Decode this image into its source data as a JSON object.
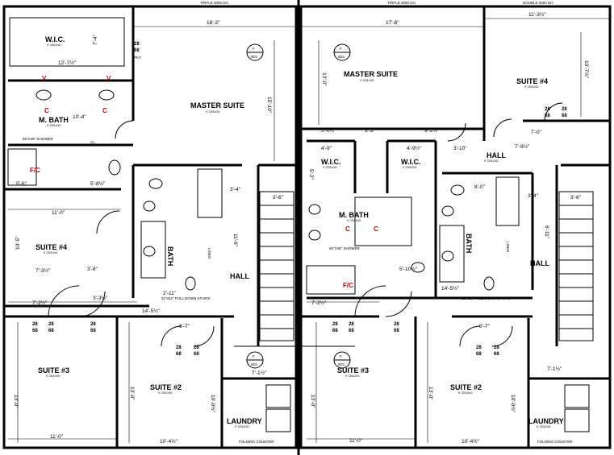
{
  "header": {
    "left_note": "TRIPLE 3050 DH",
    "mid_note": "TRIPLE 3050 DH",
    "right_note": "DOUBLE 3050 DH"
  },
  "callout": {
    "letter": "F",
    "sheet": "5D1"
  },
  "ceiling": "9' CEILING",
  "rooms": {
    "wic": "W.I.C.",
    "master_suite": "MASTER SUITE",
    "mbath": "M. BATH",
    "suite4": "SUITE #4",
    "suite3": "SUITE #3",
    "suite2": "SUITE #2",
    "hall": "HALL",
    "laundry": "LAUNDRY"
  },
  "notes": {
    "shower": "66\"X48\" SHOWER",
    "shower_short": "66\"X48\" SHOWER",
    "pull_down": "22\"x52\" PULL DOWN STAIRS",
    "pull_down2": "22\"x52\" PULL DOWN STAIRS",
    "folding": "FOLDING COUNTER",
    "linen": "LINEN",
    "bath": "BATH",
    "pkt": "PKT.",
    "cl": "CL",
    "fc": "F/C",
    "c": "C",
    "v": "V",
    "win_28": "28",
    "win_68": "68"
  },
  "dims": {
    "d1": "16'-2\"",
    "d2": "17'-6\"",
    "d3": "11'-3½\"",
    "d4": "7'-4\"",
    "d5": "12'-7½\"",
    "d6": "15'-10\"",
    "d7": "13'-0\"",
    "d8": "10'-7½\"",
    "d9": "10'-4\"",
    "d10": "5'-0½\"",
    "d11": "3'-3\"",
    "d12": "9'-2½\"",
    "d13": "7'-0\"",
    "d14": "3'-10\"",
    "d15": "7'-9½\"",
    "d16": "4'-9\"",
    "d17": "4'-9½\"",
    "d18": "5'-6\"",
    "d19": "5'-8½\"",
    "d20": "11'-0\"",
    "d21": "10'-5\"",
    "d22": "7'-3½\"",
    "d23": "3'-8\"",
    "d24": "7'-2½\"",
    "d25": "14'-5½\"",
    "d26": "3'-3½\"",
    "d27": "6'-7\"",
    "d28": "7'-1½\"",
    "d29": "13'-0\"",
    "d30": "10'-0½\"",
    "d31": "10'-4½\"",
    "d32": "11'-0\"",
    "d33": "2'-11\"",
    "d34": "5'-10½\"",
    "d35": "8'-0\"",
    "d36": "3'-4\"",
    "d37": "3'-6\"",
    "d38": "11'-6\"",
    "d39": "14'-5½\"",
    "d40": "5'-2\"",
    "d41": "6'-11\""
  }
}
